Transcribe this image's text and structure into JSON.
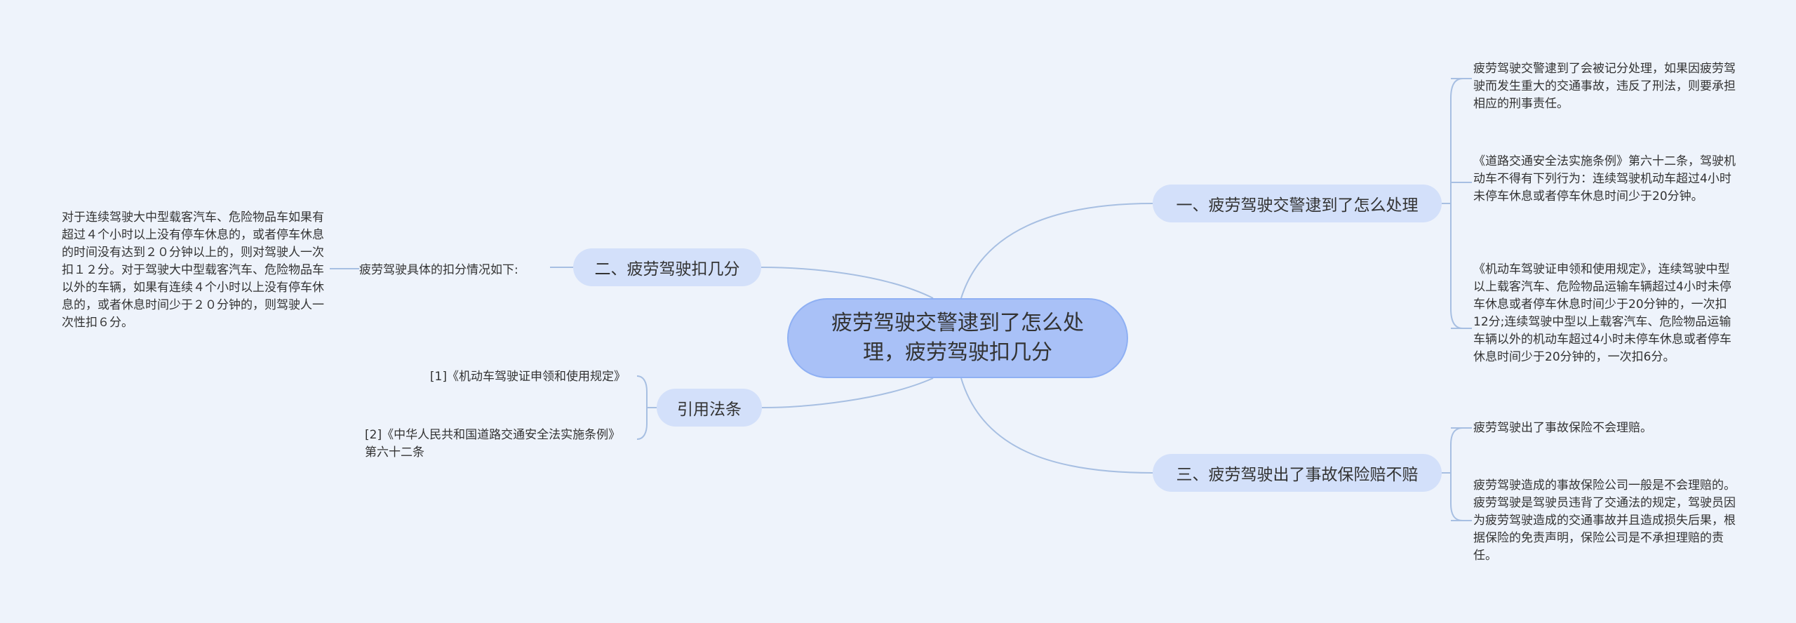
{
  "root": {
    "title": "疲劳驾驶交警逮到了怎么处理，疲劳驾驶扣几分"
  },
  "branches": [
    {
      "label": "一、疲劳驾驶交警逮到了怎么处理",
      "children": [
        "疲劳驾驶交警逮到了会被记分处理，如果因疲劳驾驶而发生重大的交通事故，违反了刑法，则要承担相应的刑事责任。",
        "《道路交通安全法实施条例》第六十二条，驾驶机动车不得有下列行为：连续驾驶机动车超过4小时未停车休息或者停车休息时间少于20分钟。",
        "《机动车驾驶证申领和使用规定》，连续驾驶中型以上载客汽车、危险物品运输车辆超过4小时未停车休息或者停车休息时间少于20分钟的，一次扣12分;连续驾驶中型以上载客汽车、危险物品运输车辆以外的机动车超过4小时未停车休息或者停车休息时间少于20分钟的，一次扣6分。"
      ]
    },
    {
      "label": "二、疲劳驾驶扣几分",
      "children": [
        "疲劳驾驶具体的扣分情况如下:"
      ],
      "grandchild": "对于连续驾驶大中型载客汽车、危险物品车如果有超过４个小时以上没有停车休息的，或者停车休息的时间没有达到２０分钟以上的，则对驾驶人一次扣１２分。对于驾驶大中型载客汽车、危险物品车以外的车辆，如果有连续４个小时以上没有停车休息的，或者休息时间少于２０分钟的，则驾驶人一次性扣６分。"
    },
    {
      "label": "三、疲劳驾驶出了事故保险赔不赔",
      "children": [
        "疲劳驾驶出了事故保险不会理赔。",
        "疲劳驾驶造成的事故保险公司一般是不会理赔的。疲劳驾驶是驾驶员违背了交通法的规定，驾驶员因为疲劳驾驶造成的交通事故并且造成损失后果，根据保险的免责声明，保险公司是不承担理赔的责任。"
      ]
    },
    {
      "label": "引用法条",
      "children": [
        "[1]《机动车驾驶证申领和使用规定》",
        "[2]《中华人民共和国道路交通安全法实施条例》 第六十二条"
      ]
    }
  ],
  "colors": {
    "background": "#eef3fb",
    "root_fill": "#a9c1f7",
    "branch_fill": "#d3e0fa",
    "link": "#a7bfe2"
  }
}
